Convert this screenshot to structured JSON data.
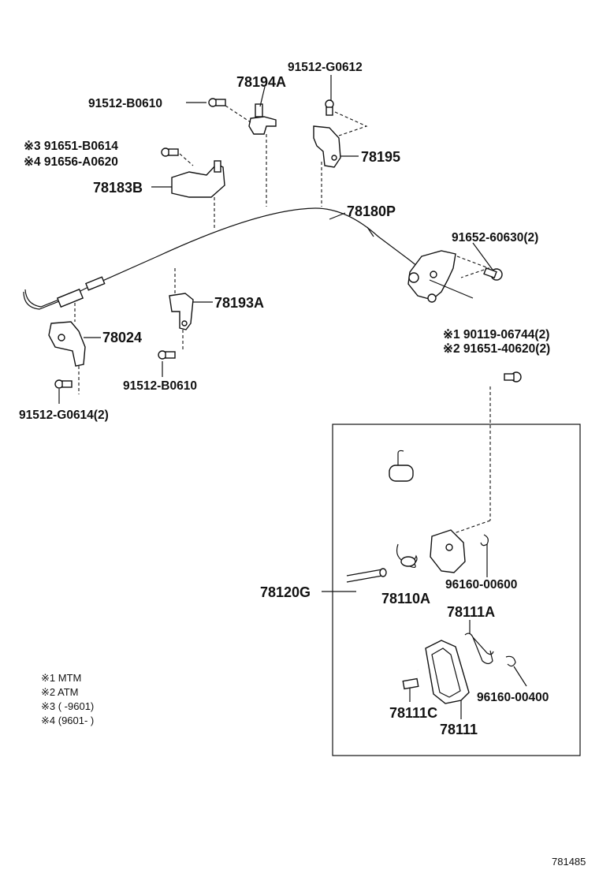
{
  "labels": {
    "p91512_G0612": "91512-G0612",
    "p78194A": "78194A",
    "p91512_B0610_top": "91512-B0610",
    "p91651_B0614": "※3 91651-B0614",
    "p91656_A0620": "※4 91656-A0620",
    "p78195": "78195",
    "p78183B": "78183B",
    "p78180P": "78180P",
    "p91652_60630": "91652-60630(2)",
    "p78193A": "78193A",
    "p78024": "78024",
    "p90119_06744": "※1 90119-06744(2)",
    "p91651_40620": "※2 91651-40620(2)",
    "p91512_B0610_bot": "91512-B0610",
    "p91512_G0614": "91512-G0614(2)",
    "p78120G": "78120G",
    "p96160_00600": "96160-00600",
    "p78110A": "78110A",
    "p78111A": "78111A",
    "p96160_00400": "96160-00400",
    "p78111C": "78111C",
    "p78111": "78111"
  },
  "notes": [
    "※1  MTM",
    "※2  ATM",
    "※3 (      -9601)",
    "※4 (9601-      )"
  ],
  "diagram_ref": "781485"
}
